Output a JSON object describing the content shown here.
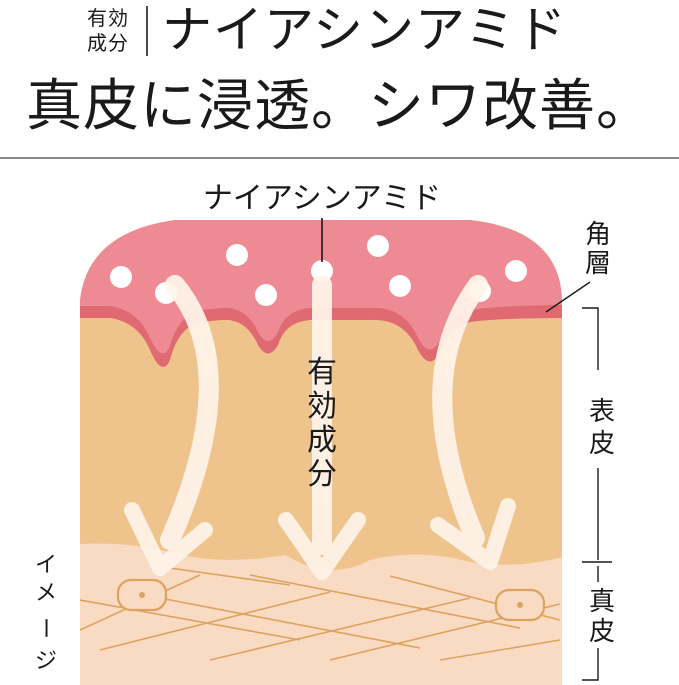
{
  "header": {
    "tag_line1": "有効",
    "tag_line2": "成分",
    "title": "ナイアシンアミド",
    "subtitle": "真皮に浸透。シワ改善。"
  },
  "diagram": {
    "ingredient_label": "ナイアシンアミド",
    "center_label": [
      "有",
      "効",
      "成",
      "分"
    ],
    "layer_labels": {
      "stratum_corneum": [
        "角",
        "層"
      ],
      "epidermis": [
        "表",
        "皮"
      ],
      "dermis": [
        "真",
        "皮"
      ]
    },
    "image_note": [
      "イ",
      "メ",
      "ー",
      "ジ"
    ]
  },
  "colors": {
    "stratum_corneum": "#ee8a93",
    "stratum_edge": "#df6a72",
    "epidermis": "#efc48c",
    "dermis": "#f8dbc2",
    "fiber": "#dea25f",
    "arrow": "#fff4ea"
  }
}
